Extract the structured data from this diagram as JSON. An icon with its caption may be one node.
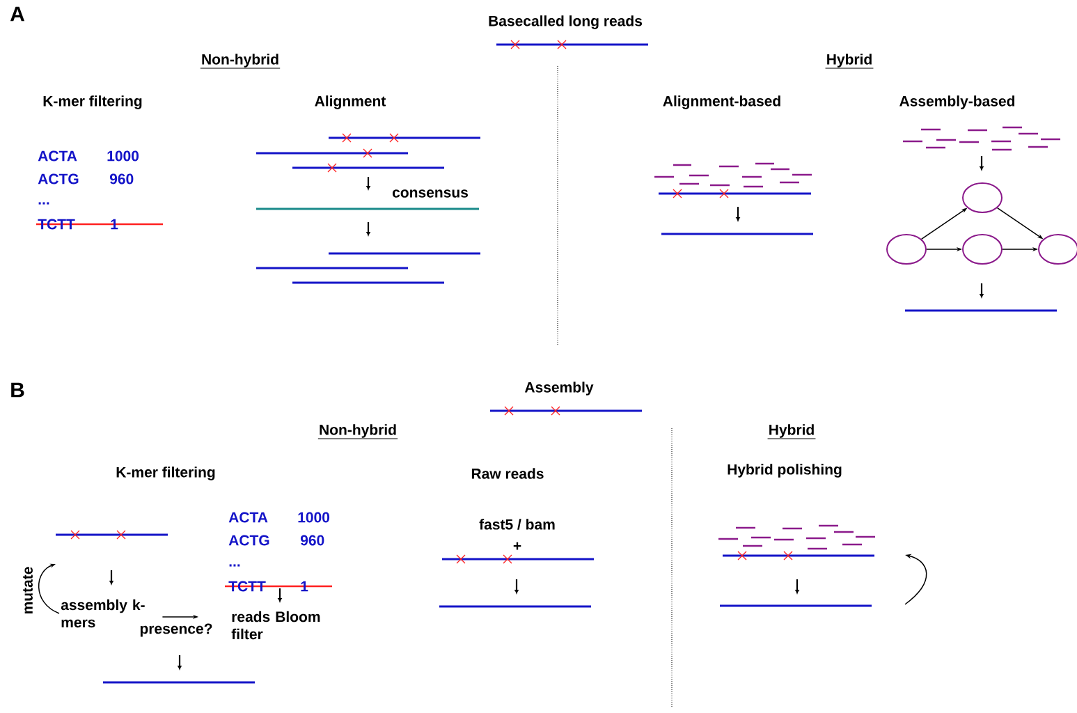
{
  "diagram": {
    "nodes": [
      {
        "text": [],
        "shape": "circle"
      },
      {
        "text": [],
        "shape": "circle"
      },
      {
        "text": [],
        "shape": "circle"
      },
      {
        "text": [],
        "shape": "circle"
      },
      {
        "text": [
          "assembly k-mers"
        ]
      },
      {
        "text": [
          "reads Bloom filter"
        ]
      }
    ],
    "edges": [
      {
        "from": 1,
        "to": 0,
        "arrow": "to"
      },
      {
        "from": 1,
        "to": 2,
        "arrow": "to"
      },
      {
        "from": 2,
        "to": 3,
        "arrow": "to"
      },
      {
        "from": 0,
        "to": 3,
        "arrow": "to"
      },
      {
        "from": 4,
        "to": 5,
        "arrow": "to",
        "label": "presence?"
      },
      {
        "from": 4,
        "to": null,
        "arrow": "to",
        "label": "mutate"
      }
    ],
    "labels": [
      "A",
      "Basecalled long reads",
      "Non-hybrid",
      "Hybrid",
      "K-mer filtering",
      "Alignment",
      "Alignment-based",
      "Assembly-based",
      "ACTA",
      "1000",
      "ACTG",
      "960",
      "...",
      "TCTT",
      "1",
      "consensus",
      "B",
      "Assembly",
      "Non-hybrid",
      "Hybrid",
      "K-mer filtering",
      "Raw reads",
      "Hybrid polishing",
      "ACTA",
      "1000",
      "ACTG",
      "960",
      "...",
      "TCTT",
      "1",
      "fast5 / bam",
      "+"
    ]
  }
}
